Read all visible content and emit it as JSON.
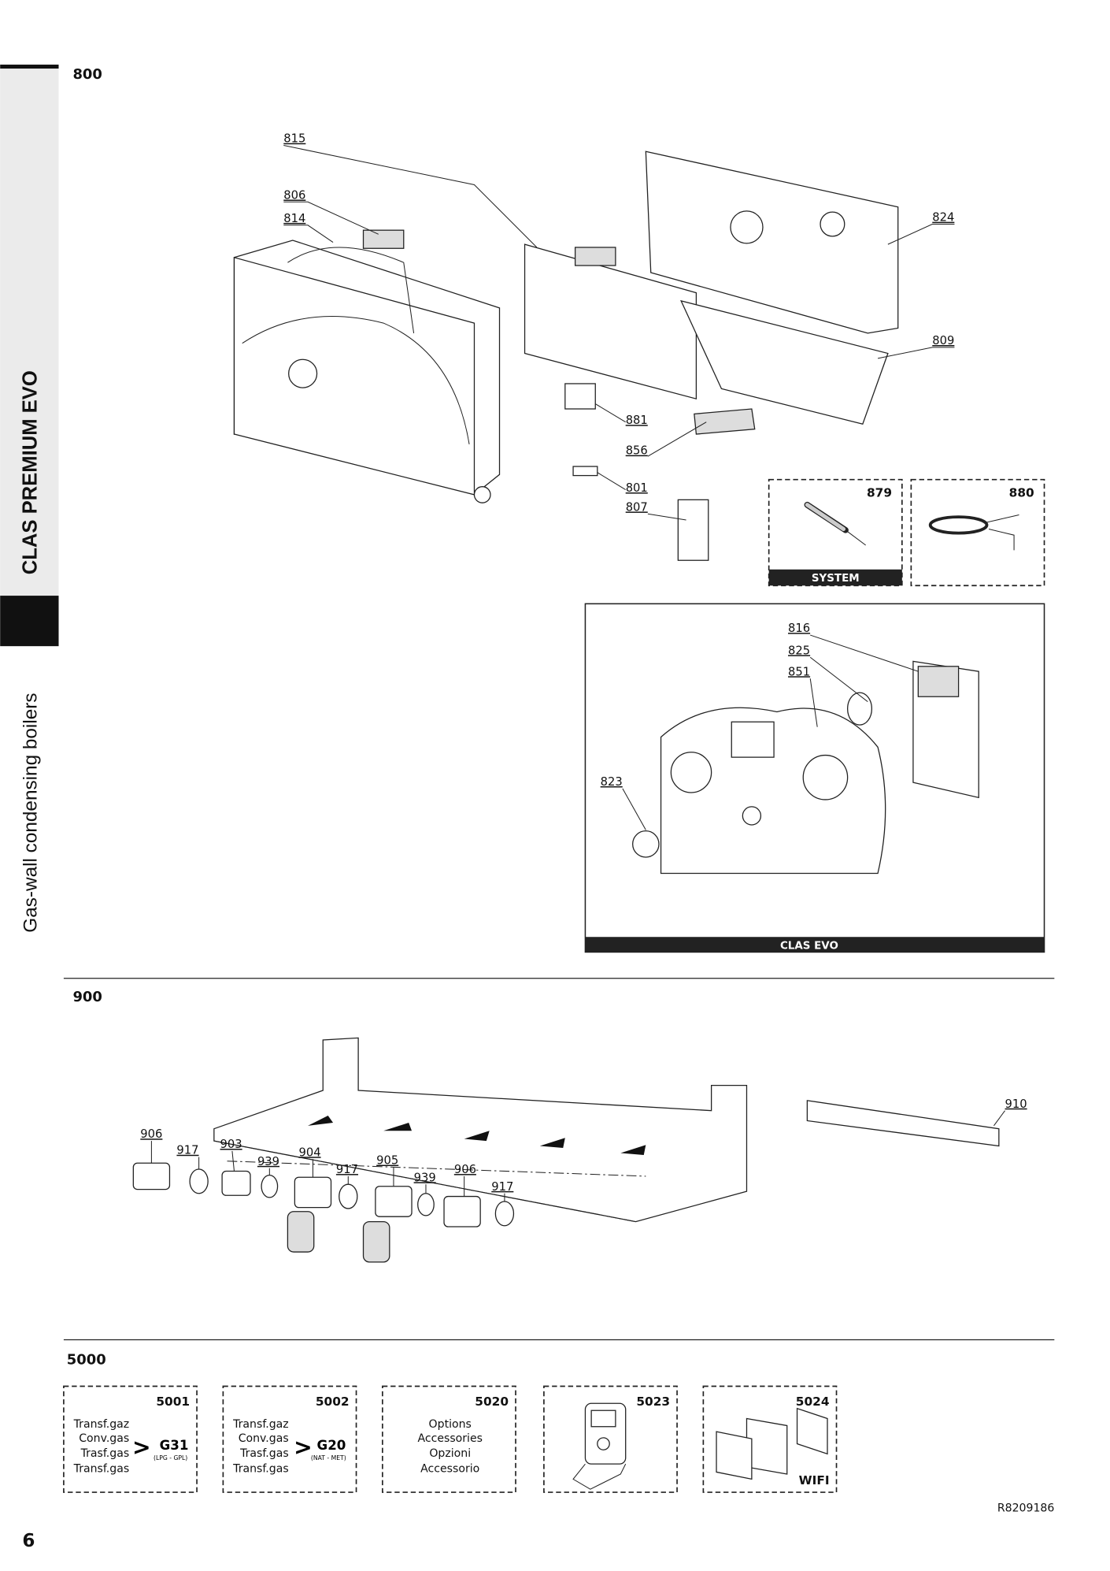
{
  "sidebar": {
    "product": "CLAS PREMIUM EVO",
    "category": "Gas-wall condensing boilers"
  },
  "sections": {
    "s800": {
      "title": "800",
      "callouts": [
        "815",
        "806",
        "814",
        "824",
        "809",
        "881",
        "856",
        "801",
        "807"
      ],
      "box879": {
        "code": "879",
        "tag": "SYSTEM"
      },
      "box880": {
        "code": "880"
      },
      "panel": {
        "callouts": [
          "816",
          "825",
          "851",
          "823"
        ],
        "tag": "CLAS EVO"
      }
    },
    "s900": {
      "title": "900",
      "callouts": [
        "906",
        "917",
        "903",
        "939",
        "904",
        "917",
        "905",
        "939",
        "906",
        "917",
        "910"
      ]
    },
    "s5000": {
      "title": "5000",
      "boxes": [
        {
          "code": "5001",
          "lines": [
            "Transf.gaz",
            "Conv.gas",
            "Trasf.gas",
            "Transf.gas"
          ],
          "gas": "G31",
          "gas_note": "(LPG - GPL)"
        },
        {
          "code": "5002",
          "lines": [
            "Transf.gaz",
            "Conv.gas",
            "Trasf.gas",
            "Transf.gas"
          ],
          "gas": "G20",
          "gas_note": "(NAT - MET)"
        },
        {
          "code": "5020",
          "lines": [
            "Options",
            "Accessories",
            "Opzioni",
            "Accessorio"
          ]
        },
        {
          "code": "5023"
        },
        {
          "code": "5024",
          "tag": "WIFI"
        }
      ]
    }
  },
  "footer": {
    "doc_ref": "R8209186",
    "page_number": "6"
  }
}
